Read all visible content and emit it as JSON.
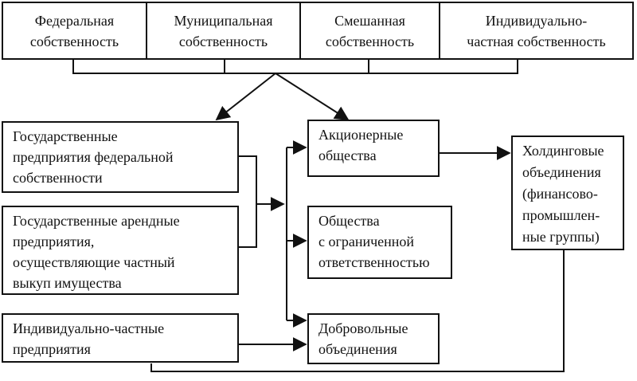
{
  "ownership_forms": [
    "Федеральная\nсобственность",
    "Муниципальная\nсобственность",
    "Смешанная\nсобственность",
    "Индивидуально-\nчастная собственность"
  ],
  "enterprise_types": [
    "Государственные\nпредприятия федеральной\nсобственности",
    "Государственные арендные\nпредприятия,\nосуществляющие частный\nвыкуп имущества",
    "Индивидуально-частные\nпредприятия"
  ],
  "company_forms": [
    "Акционерные\nобщества",
    "Общества\nс ограниченной\nответственностью",
    "Добровольные\nобъединения"
  ],
  "holding": "Холдинговые\nобъединения\n(финансово-\nпромышлен-\nные группы)"
}
